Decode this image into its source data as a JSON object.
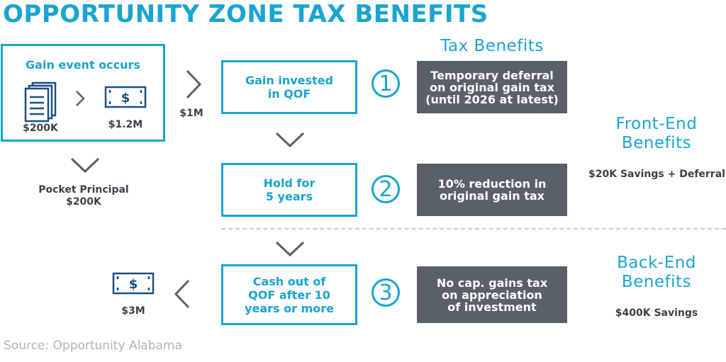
{
  "title": "OPPORTUNITY ZONE TAX BENEFITS",
  "source": "Source: Opportunity Alabama",
  "gain_box": {
    "heading": "Gain event occurs",
    "left_amount": "$200K",
    "right_amount": "$1.2M"
  },
  "invest_amount": "$1M",
  "pocket": {
    "line1": "Pocket Principal",
    "line2": "$200K"
  },
  "steps": [
    {
      "number": "1",
      "text": "Gain invested in QOF",
      "benefit": "Temporary deferral on original gain tax (until 2026 at latest)"
    },
    {
      "number": "2",
      "text": "Hold for 5 years",
      "benefit": "10% reduction in original gain tax"
    },
    {
      "number": "3",
      "text": "Cash out of QOF after 10 years or more",
      "benefit": "No cap. gains tax on appreciation of investment"
    }
  ],
  "step_lines": {
    "s1": [
      "Gain invested",
      "in QOF"
    ],
    "s2": [
      "Hold for",
      "5 years"
    ],
    "s3": [
      "Cash out of",
      "QOF after 10",
      "years or more"
    ],
    "b1": [
      "Temporary deferral",
      "on original gain tax",
      "(until 2026 at latest)"
    ],
    "b2": [
      "10% reduction in",
      "original gain tax"
    ],
    "b3": [
      "No cap. gains tax",
      "on appreciation",
      "of investment"
    ]
  },
  "tax_benefits_heading": "Tax Benefits",
  "front_end": {
    "line1": "Front-End",
    "line2": "Benefits",
    "savings": "$20K Savings + Deferral"
  },
  "back_end": {
    "line1": "Back-End",
    "line2": "Benefits",
    "savings": "$400K Savings"
  },
  "cash_out_amount": "$3M",
  "colors": {
    "accent": "#1aa4d0",
    "dark_box": "#5a6068",
    "text_dark": "#3d4248",
    "source": "#b0b5ba"
  },
  "icons": [
    "document-stack-icon",
    "money-bill-icon",
    "chevron-right-icon",
    "chevron-down-icon",
    "chevron-left-icon"
  ]
}
